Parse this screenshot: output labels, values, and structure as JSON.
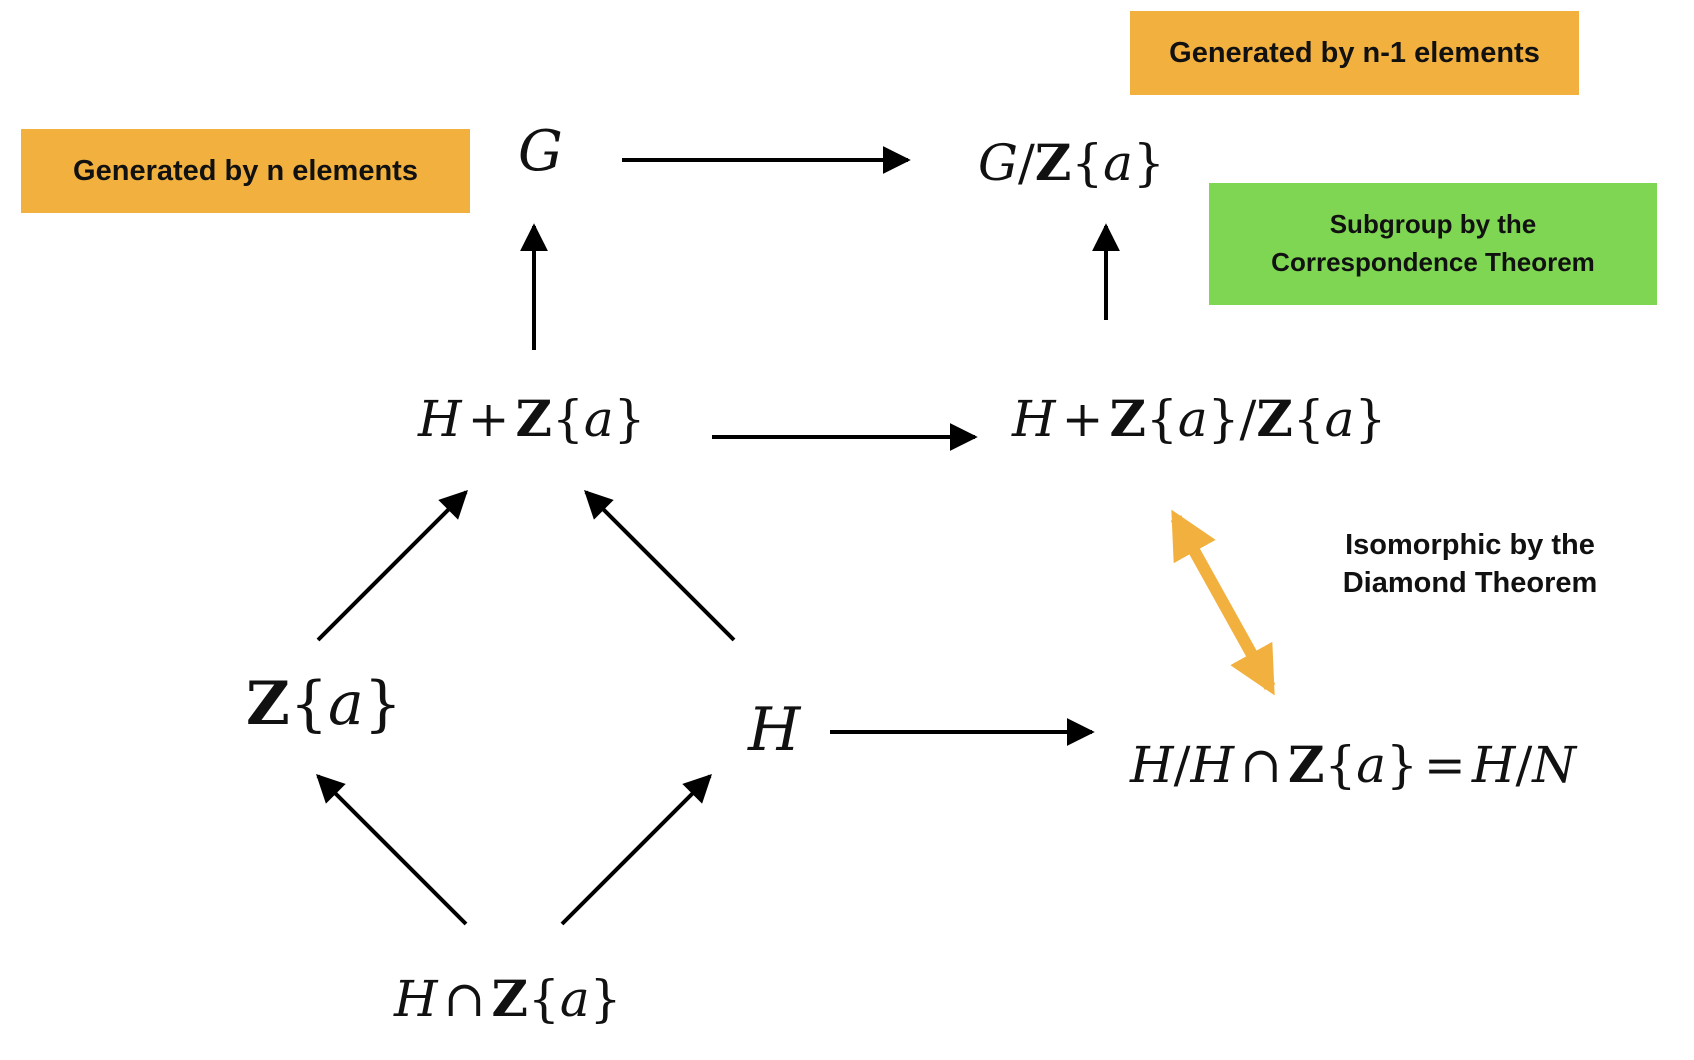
{
  "nodes": {
    "G": {
      "v1": "G"
    },
    "G_mod_Za": {
      "v1": "G",
      "slash": "/",
      "bold": "Z",
      "lb": "{",
      "a": "a",
      "rb": "}"
    },
    "H_plus_Za": {
      "v1": "H",
      "op": "+",
      "bold": "Z",
      "lb": "{",
      "a": "a",
      "rb": "}"
    },
    "H_plus_Za_mod_Za": {
      "v1": "H",
      "op": "+",
      "bold1": "Z",
      "lb1": "{",
      "a1": "a",
      "rb1": "}",
      "slash": "/",
      "bold2": "Z",
      "lb2": "{",
      "a2": "a",
      "rb2": "}"
    },
    "Za": {
      "bold": "Z",
      "lb": "{",
      "a": "a",
      "rb": "}"
    },
    "H": {
      "v1": "H"
    },
    "H_mod_HcapZa": {
      "v1": "H",
      "slash1": "/",
      "v2": "H",
      "op": "∩",
      "bold": "Z",
      "lb": "{",
      "a": "a",
      "rb": "}",
      "eq": "=",
      "v3": "H",
      "slash2": "/",
      "v4": "N"
    },
    "HcapZa": {
      "v1": "H",
      "op": "∩",
      "bold": "Z",
      "lb": "{",
      "a": "a",
      "rb": "}"
    }
  },
  "labels": {
    "generated_n": "Generated by n elements",
    "generated_n_minus_1": "Generated by n-1 elements",
    "subgroup_line1": "Subgroup by the",
    "subgroup_line2": "Correspondence Theorem",
    "isomorphic_line1": "Isomorphic by the",
    "isomorphic_line2": "Diamond Theorem"
  },
  "colors": {
    "orange_box": "#f2b03e",
    "green_box": "#7ed652",
    "double_arrow": "#f2b03e",
    "arrow": "#000000"
  }
}
